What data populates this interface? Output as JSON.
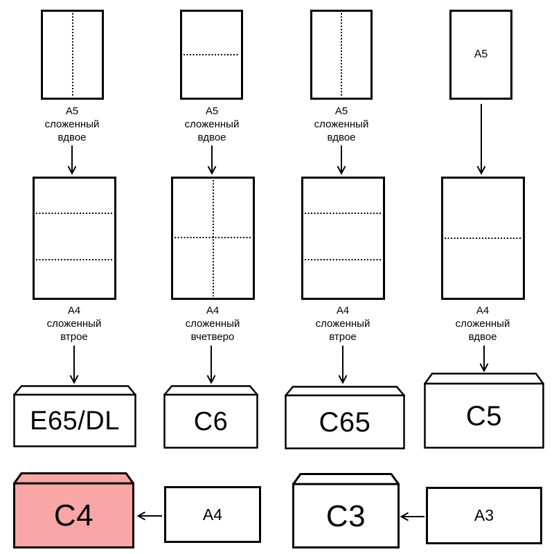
{
  "colors": {
    "highlight": "#FAA6A6",
    "paper": "#FFFFFF",
    "line": "#000000"
  },
  "row1": {
    "sheets": [
      {
        "fold": "vertical-half",
        "caption": "A5\nсложенный\nвдвое"
      },
      {
        "fold": "horizontal-half",
        "caption": "A5\nсложенный\nвдвое"
      },
      {
        "fold": "vertical-half",
        "caption": "A5\nсложенный\nвдвое"
      },
      {
        "fold": "none",
        "inner_label": "A5",
        "caption": ""
      }
    ]
  },
  "row2": {
    "sheets": [
      {
        "fold": "horizontal-thirds",
        "caption": "A4\nсложенный\nвтрое"
      },
      {
        "fold": "quarters",
        "caption": "A4\nсложенный\nвчетверо"
      },
      {
        "fold": "horizontal-thirds",
        "caption": "A4\nсложенный\nвтрое"
      },
      {
        "fold": "horizontal-half",
        "caption": "A4\nсложенный\nвдвое"
      }
    ]
  },
  "envelopes": {
    "e65dl": {
      "label": "E65/DL",
      "highlighted": false
    },
    "c6": {
      "label": "C6",
      "highlighted": false
    },
    "c65": {
      "label": "C65",
      "highlighted": false
    },
    "c5": {
      "label": "C5",
      "highlighted": false
    },
    "c4": {
      "label": "C4",
      "highlighted": true
    },
    "c3": {
      "label": "C3",
      "highlighted": false
    }
  },
  "flat_sheets": {
    "a4": {
      "label": "A4"
    },
    "a3": {
      "label": "A3"
    }
  }
}
